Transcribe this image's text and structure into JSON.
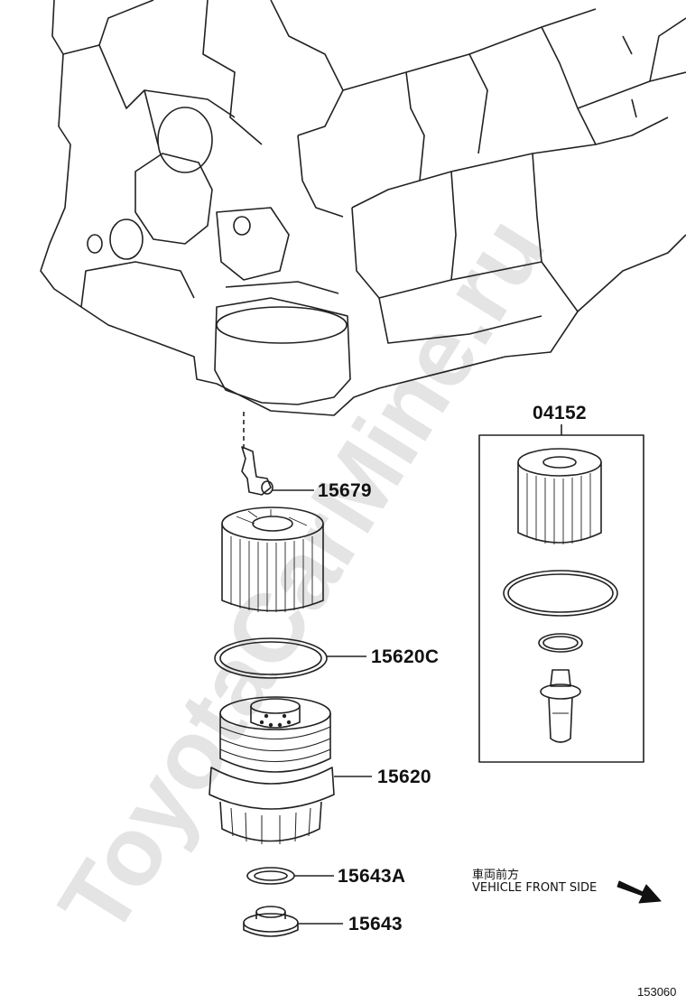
{
  "watermark": "ToyotaCarMine.ru",
  "parts": {
    "kit": "04152",
    "bracket": "15679",
    "gasket": "15620C",
    "cap": "15620",
    "washer": "15643A",
    "plug": "15643"
  },
  "direction": {
    "japanese": "車両前方",
    "english": "VEHICLE FRONT SIDE"
  },
  "figure_number": "153060"
}
